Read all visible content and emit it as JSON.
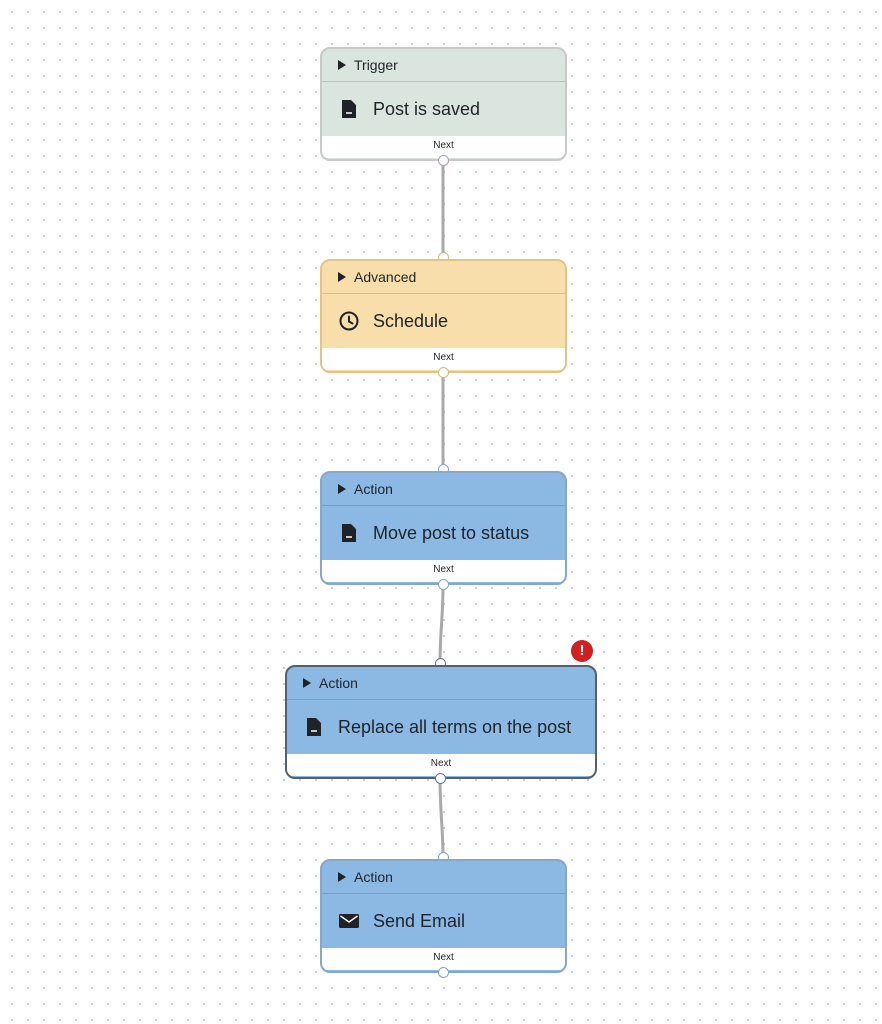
{
  "nodes": [
    {
      "header": "Trigger",
      "title": "Post is saved",
      "footer": "Next",
      "icon": "document-icon"
    },
    {
      "header": "Advanced",
      "title": "Schedule",
      "footer": "Next",
      "icon": "clock-icon"
    },
    {
      "header": "Action",
      "title": "Move post to status",
      "footer": "Next",
      "icon": "document-icon"
    },
    {
      "header": "Action",
      "title": "Replace all terms on the post",
      "footer": "Next",
      "icon": "document-icon",
      "error": "!"
    },
    {
      "header": "Action",
      "title": "Send Email",
      "footer": "Next",
      "icon": "envelope-icon"
    }
  ],
  "colors": {
    "trigger": "#dbe5df",
    "advanced": "#f7deaa",
    "action": "#8bb9e3",
    "error": "#d31f1f",
    "connector": "#a9a9a9"
  }
}
